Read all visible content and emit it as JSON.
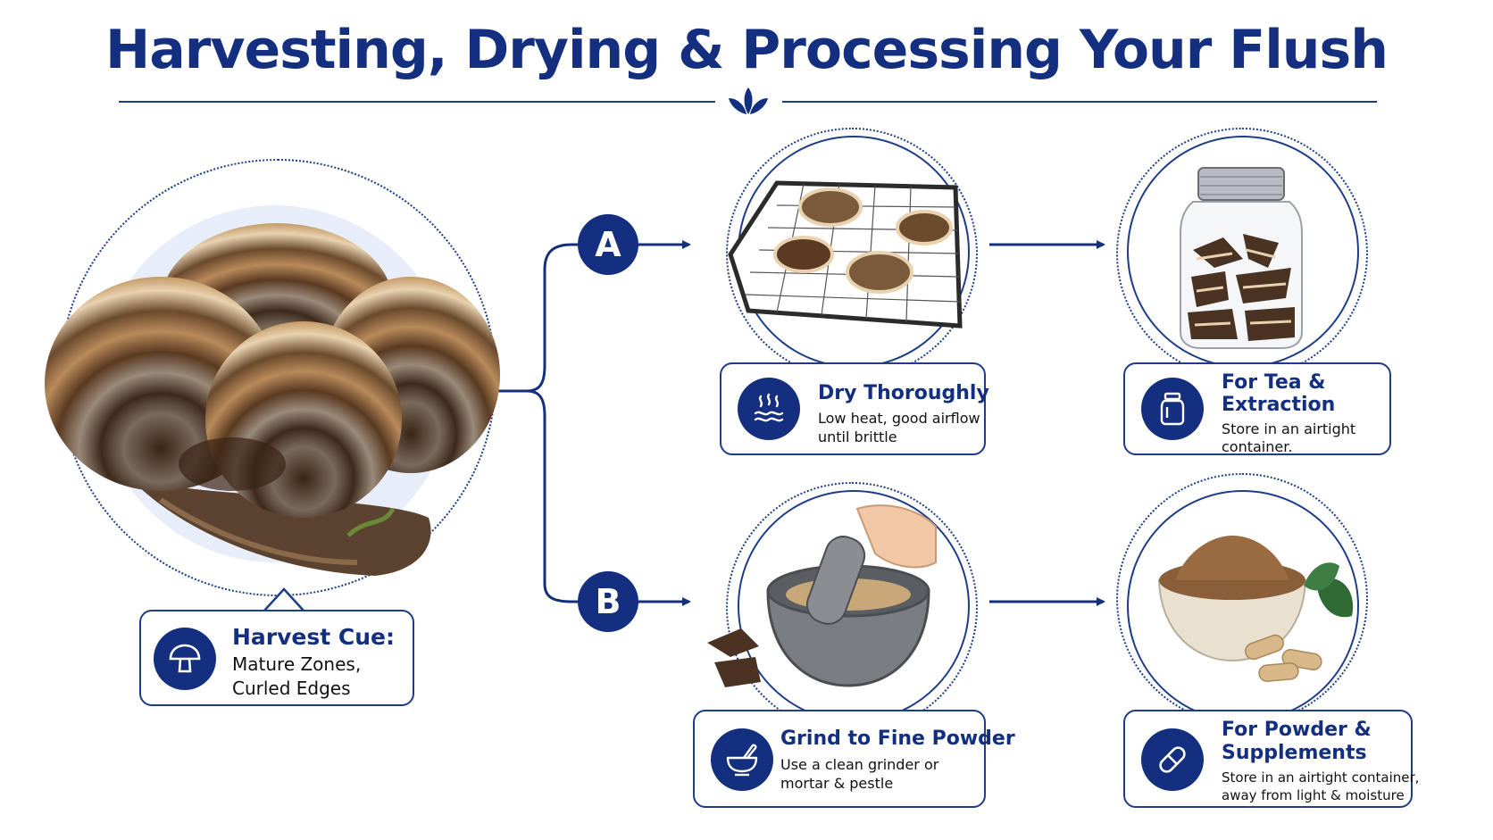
{
  "title": "Harvesting, Drying & Processing Your Flush",
  "colors": {
    "navy": "#142f80",
    "line": "#1d3d8a",
    "background": "#ffffff"
  },
  "branches": {
    "a": "A",
    "b": "B"
  },
  "harvest": {
    "title": "Harvest Cue:",
    "body_lines": [
      "Mature Zones,",
      "Curled Edges"
    ],
    "icon": "mushroom-icon"
  },
  "steps": {
    "dry": {
      "title": "Dry Thoroughly",
      "body_lines": [
        "Low heat, good airflow",
        "until brittle"
      ],
      "icon": "heat-waves-icon"
    },
    "tea": {
      "title_lines": [
        "For Tea &",
        "Extraction"
      ],
      "body_lines": [
        "Store in an airtight",
        "container."
      ],
      "icon": "jar-icon"
    },
    "grind": {
      "title": "Grind to Fine Powder",
      "body_lines": [
        "Use a clean grinder or",
        "mortar & pestle"
      ],
      "icon": "mortar-pestle-icon"
    },
    "powder": {
      "title_lines": [
        "For Powder &",
        "Supplements"
      ],
      "body_lines": [
        "Store in an airtight container,",
        "away from light & moisture"
      ],
      "icon": "capsule-icon"
    }
  }
}
